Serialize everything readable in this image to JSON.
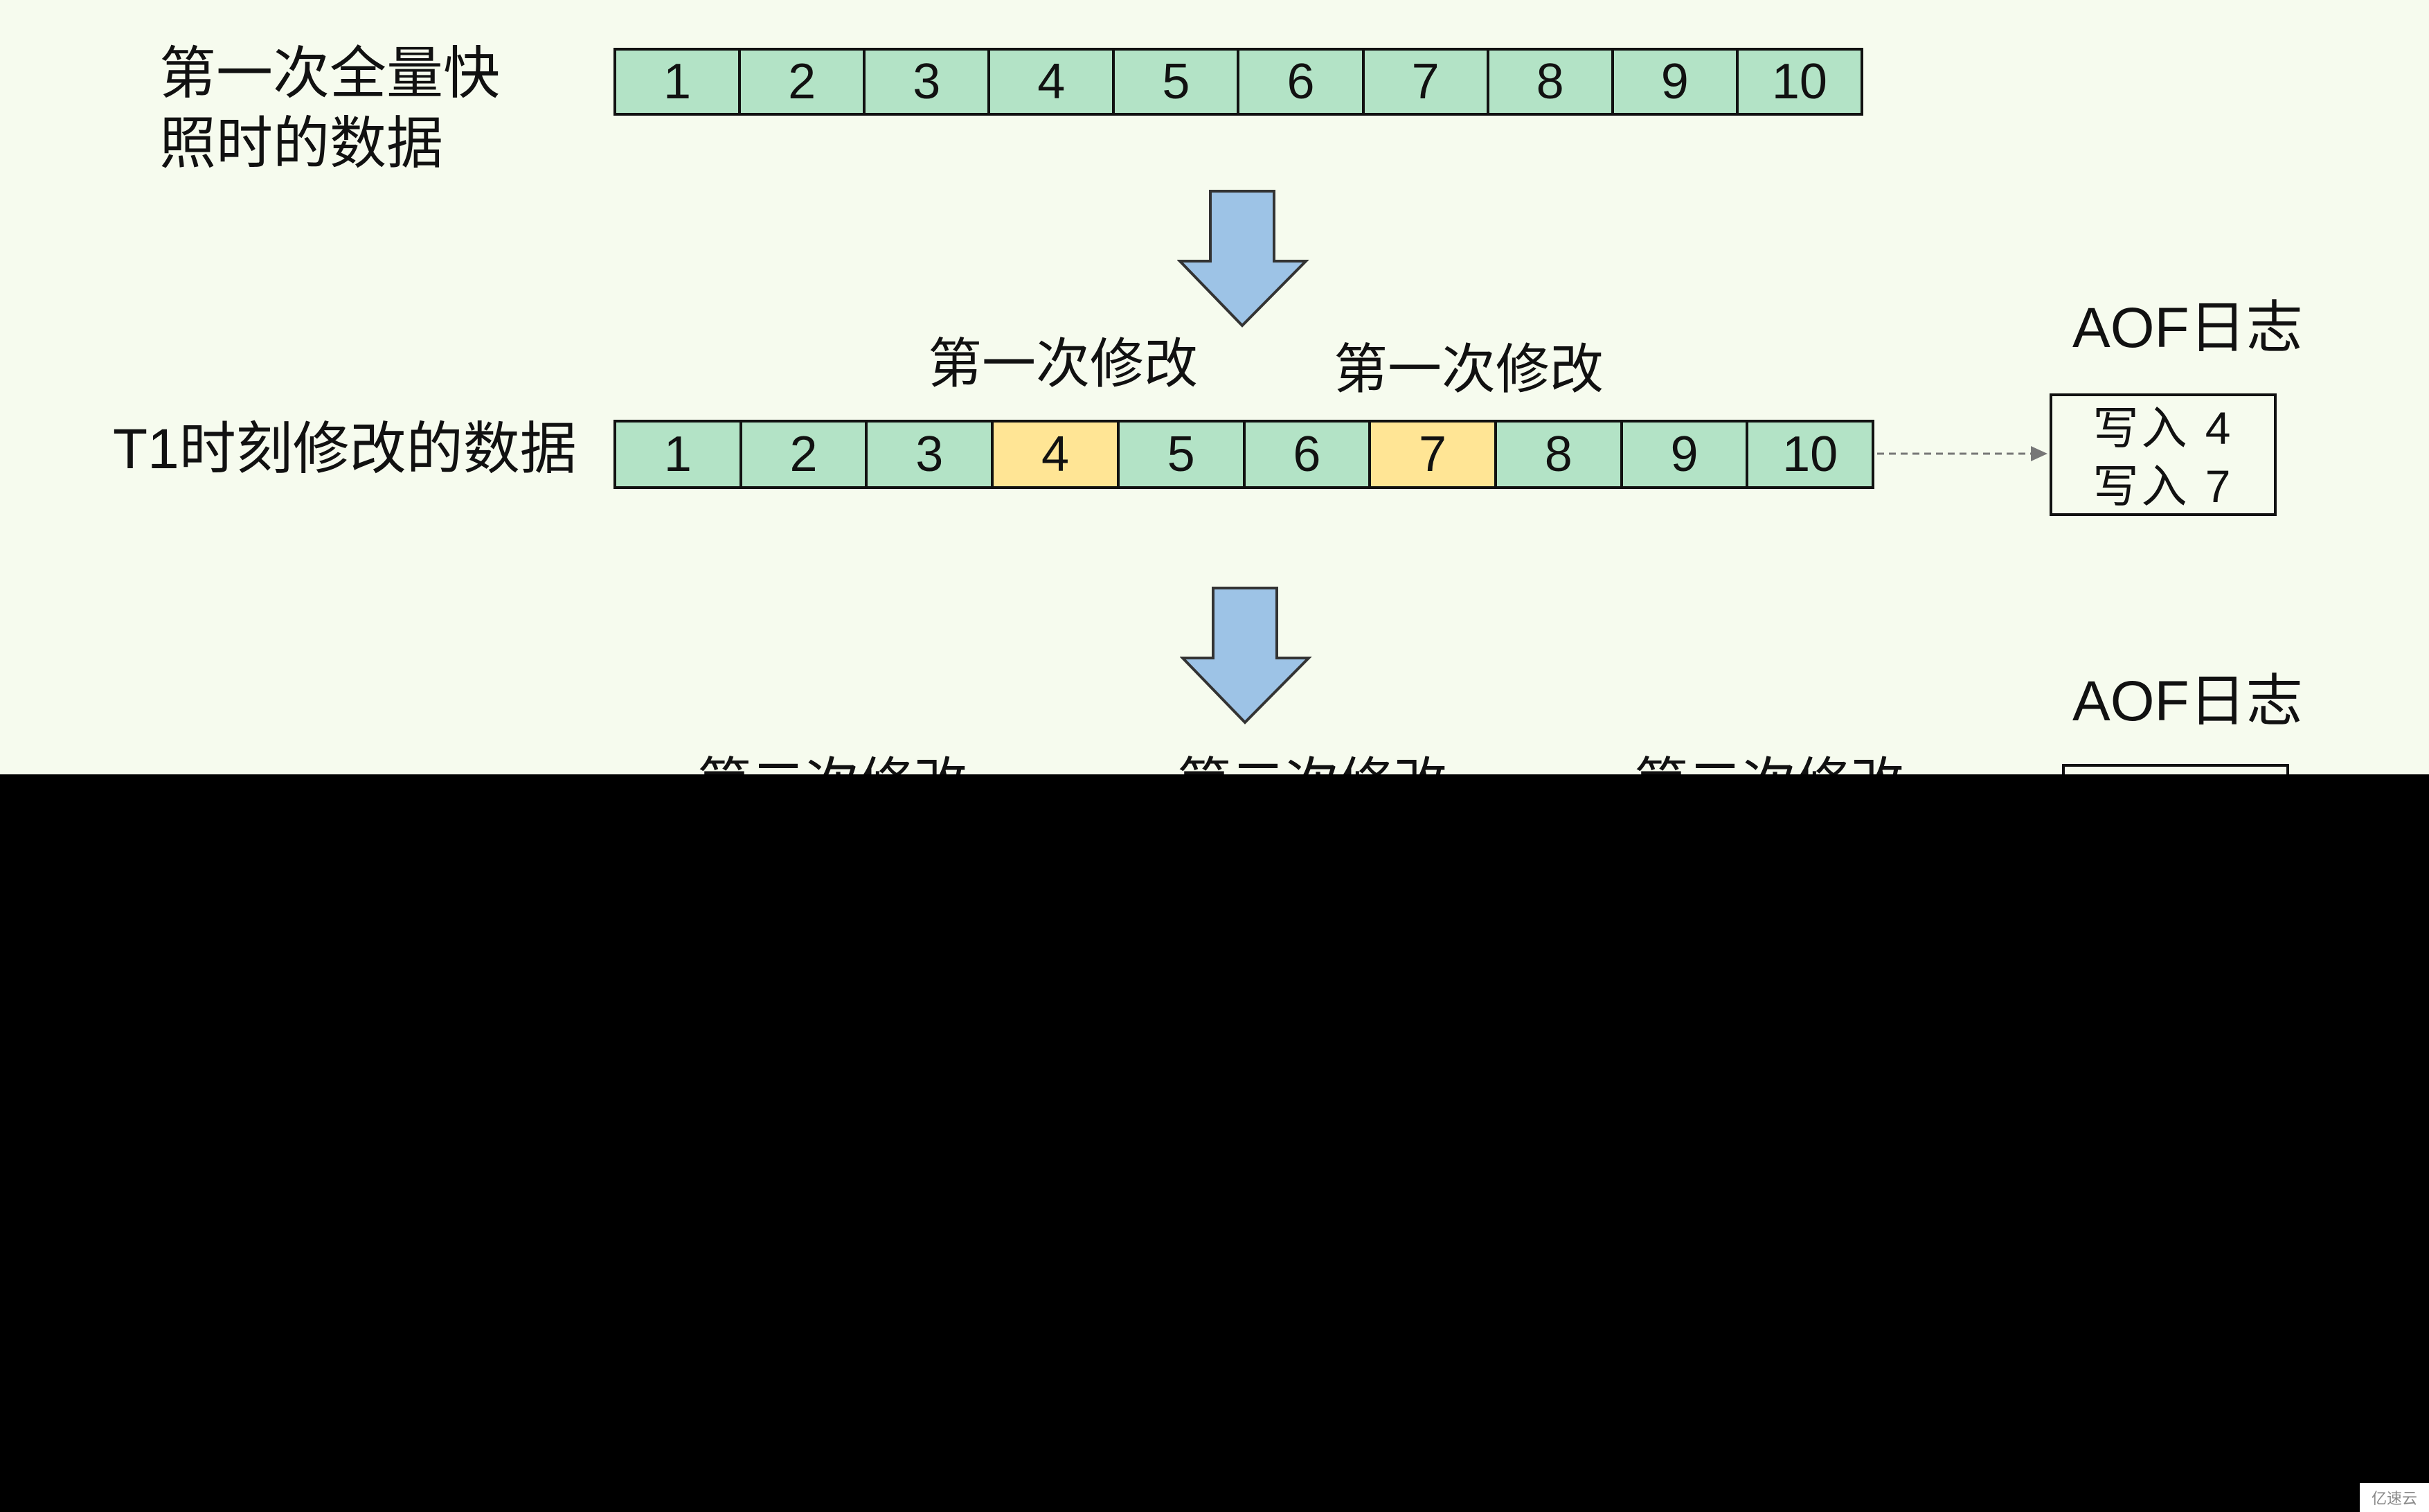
{
  "colors": {
    "background": "#f6fbee",
    "unchanged": "#b3e3c6",
    "modified": "#ffe595",
    "arrow": "#9dc3e6",
    "border": "#111111"
  },
  "row1": {
    "label_line1": "第一次全量快",
    "label_line2": "照时的数据",
    "cells": [
      {
        "v": "1",
        "state": "unchanged"
      },
      {
        "v": "2",
        "state": "unchanged"
      },
      {
        "v": "3",
        "state": "unchanged"
      },
      {
        "v": "4",
        "state": "unchanged"
      },
      {
        "v": "5",
        "state": "unchanged"
      },
      {
        "v": "6",
        "state": "unchanged"
      },
      {
        "v": "7",
        "state": "unchanged"
      },
      {
        "v": "8",
        "state": "unchanged"
      },
      {
        "v": "9",
        "state": "unchanged"
      },
      {
        "v": "10",
        "state": "unchanged"
      }
    ]
  },
  "row2": {
    "label": "T1时刻修改的数据",
    "mod_label_a": "第一次修改",
    "mod_label_b": "第一次修改",
    "cells": [
      {
        "v": "1",
        "state": "unchanged"
      },
      {
        "v": "2",
        "state": "unchanged"
      },
      {
        "v": "3",
        "state": "unchanged"
      },
      {
        "v": "4",
        "state": "modified"
      },
      {
        "v": "5",
        "state": "unchanged"
      },
      {
        "v": "6",
        "state": "unchanged"
      },
      {
        "v": "7",
        "state": "modified"
      },
      {
        "v": "8",
        "state": "unchanged"
      },
      {
        "v": "9",
        "state": "unchanged"
      },
      {
        "v": "10",
        "state": "unchanged"
      }
    ],
    "aof_title": "AOF日志",
    "aof_line1": "写入 4",
    "aof_line2": "写入 7"
  },
  "row3": {
    "aof_title": "AOF日志",
    "mod_labels": [
      "第二次修改",
      "第二次修改",
      "第二次修改"
    ]
  },
  "watermark": "亿速云"
}
